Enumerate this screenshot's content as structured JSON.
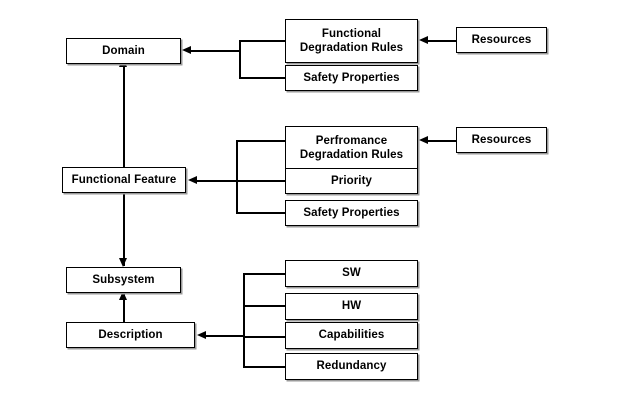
{
  "diagram": {
    "type": "block-hierarchy-diagram",
    "background_color": "#ffffff",
    "line_color": "#000000",
    "box_fill_color": "#ffffff",
    "box_border_color": "#000000",
    "box_shadow_color": "#9a9a9a",
    "text_color": "#000000",
    "nodes": {
      "domain": "Domain",
      "functional_degradation_rules": "Functional\nDegradation Rules",
      "safety_properties_top": "Safety Properties",
      "resources_top": "Resources",
      "functional_feature": "Functional Feature",
      "performance_degradation_rules": "Perfromance\nDegradation Rules",
      "priority": "Priority",
      "safety_properties_mid": "Safety Properties",
      "resources_mid": "Resources",
      "subsystem": "Subsystem",
      "description": "Description",
      "sw": "SW",
      "hw": "HW",
      "capabilities": "Capabilities",
      "redundancy": "Redundancy"
    },
    "groups": {
      "domain_attributes": [
        "Functional\nDegradation Rules",
        "Safety Properties"
      ],
      "functional_feature_attributes": [
        "Perfromance\nDegradation Rules",
        "Priority",
        "Safety Properties"
      ],
      "description_attributes": [
        "SW",
        "HW",
        "Capabilities",
        "Redundancy"
      ]
    },
    "connections": [
      "Resources -> Functional Degradation Rules",
      "Domain attributes bracket -> Domain",
      "Domain -> Functional Feature (vertical, arrow up into Domain)",
      "Resources -> Perfromance Degradation Rules",
      "Functional Feature attributes bracket -> Functional Feature",
      "Functional Feature -> Subsystem (vertical, arrow down into Subsystem)",
      "Description -> Subsystem (arrow up)",
      "Description attributes bracket -> Description"
    ]
  }
}
